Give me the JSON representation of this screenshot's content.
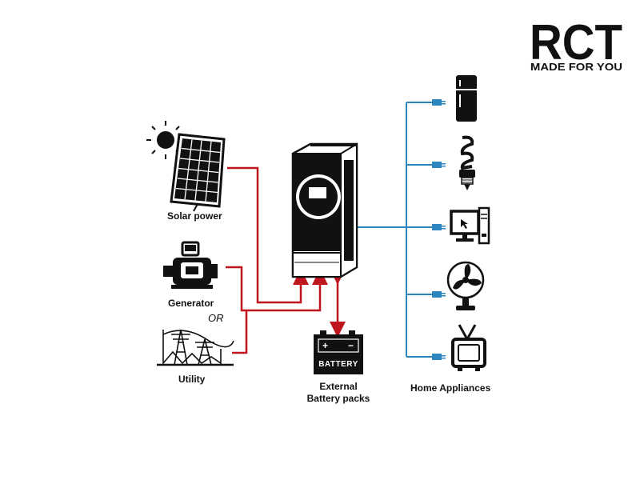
{
  "brand": {
    "name": "RCT",
    "tagline": "MADE FOR YOU"
  },
  "sources": {
    "solar": "Solar power",
    "generator": "Generator",
    "or": "OR",
    "utility": "Utility"
  },
  "battery": {
    "box_text": "BATTERY",
    "label_line1": "External",
    "label_line2": "Battery packs"
  },
  "appliances": {
    "label": "Home Appliances",
    "items": [
      "refrigerator-icon",
      "bulb-icon",
      "computer-icon",
      "fan-icon",
      "tv-icon"
    ]
  },
  "colors": {
    "input_line": "#c0141e",
    "output_line": "#2e86c1",
    "ink": "#111111"
  }
}
